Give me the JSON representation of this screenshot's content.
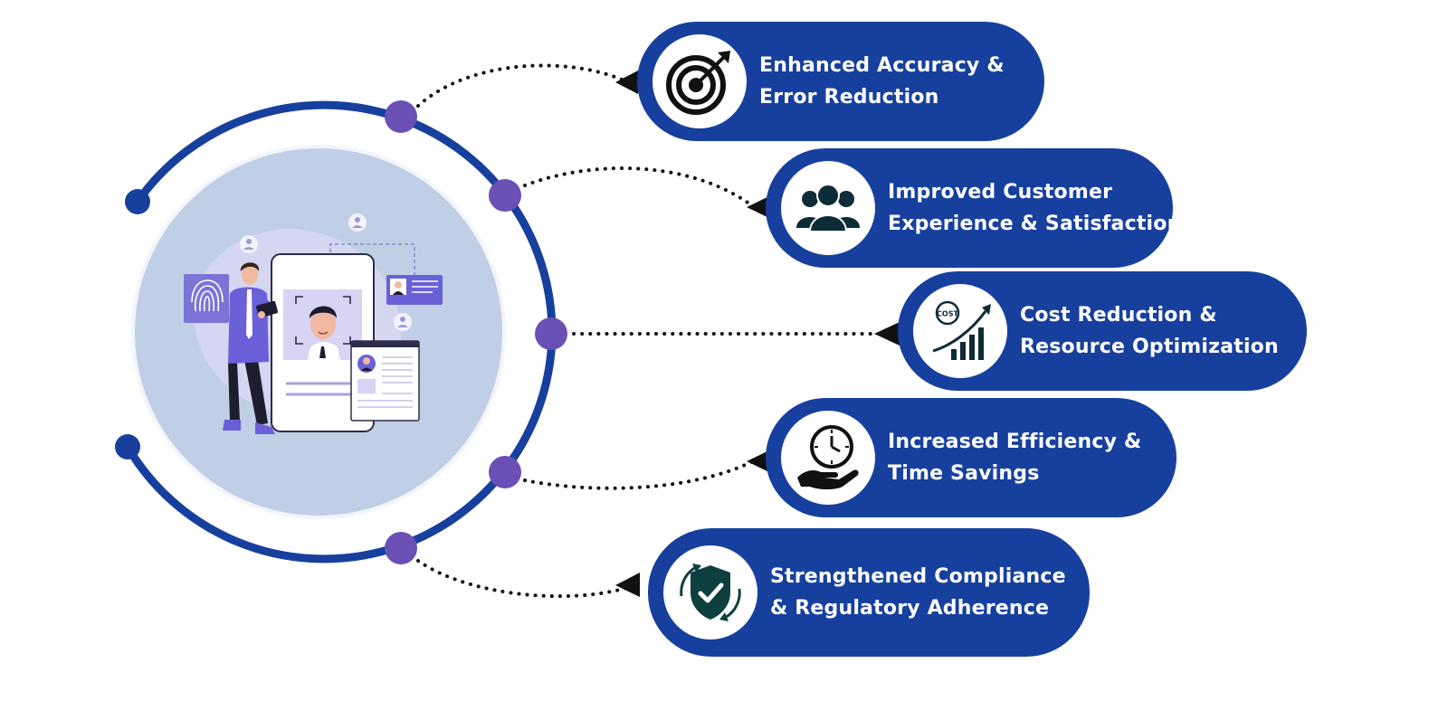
{
  "colors": {
    "pill_bg": "#17409e",
    "ring": "#17409e",
    "node": "#6a4fb5",
    "circle_fill": "#c0cfe6",
    "icon_dark": "#0e2c37",
    "text": "#ffffff"
  },
  "benefits": [
    {
      "line1": "Enhanced Accuracy &",
      "line2": "Error Reduction",
      "icon": "target-icon"
    },
    {
      "line1": "Improved Customer",
      "line2": "Experience & Satisfaction",
      "icon": "group-icon"
    },
    {
      "line1": "Cost Reduction &",
      "line2": "Resource Optimization",
      "icon": "cost-chart-icon"
    },
    {
      "line1": "Increased Efficiency &",
      "line2": "Time Savings",
      "icon": "clock-hand-icon"
    },
    {
      "line1": "Strengthened Compliance",
      "line2": "& Regulatory Adherence",
      "icon": "shield-check-icon"
    }
  ],
  "illustration": {
    "badge_text": "COST",
    "subject": "identity-verification-illustration"
  }
}
